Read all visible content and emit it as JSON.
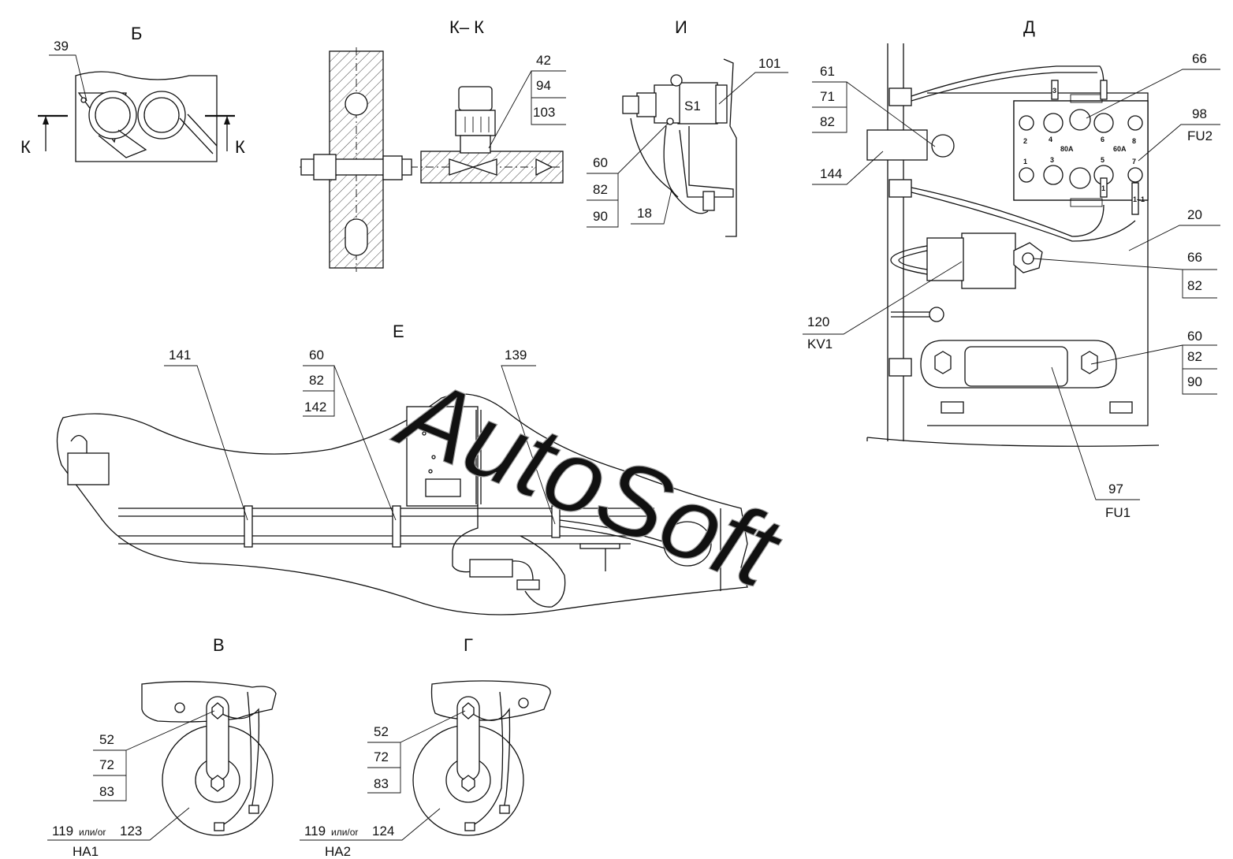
{
  "views": {
    "b": "Б",
    "kk": "К– К",
    "i": "И",
    "d": "Д",
    "e": "Е",
    "v": "В",
    "g": "Г"
  },
  "section_marks": {
    "k_left": "К",
    "k_right": "К"
  },
  "watermark": "AutoSoft",
  "callouts": {
    "b_39": "39",
    "kk_42": "42",
    "kk_94": "94",
    "kk_103": "103",
    "i_101": "101",
    "i_60": "60",
    "i_82": "82",
    "i_90": "90",
    "i_18": "18",
    "s1": "S1",
    "d_61": "61",
    "d_71": "71",
    "d_82": "82",
    "d_66_top": "66",
    "d_98": "98",
    "d_fu2": "FU2",
    "d_144": "144",
    "d_20": "20",
    "d_66": "66",
    "d_82b": "82",
    "d_120": "120",
    "d_kv1": "KV1",
    "d_60": "60",
    "d_82c": "82",
    "d_90": "90",
    "d_97": "97",
    "d_fu1": "FU1",
    "e_141": "141",
    "e_60": "60",
    "e_82": "82",
    "e_142": "142",
    "e_139": "139",
    "v_52": "52",
    "v_72": "72",
    "v_83": "83",
    "v_119": "119",
    "v_or": "или/or",
    "v_123": "123",
    "v_ha1": "НА1",
    "g_52": "52",
    "g_72": "72",
    "g_83": "83",
    "g_119": "119",
    "g_or": "или/or",
    "g_124": "124",
    "g_ha2": "НА2"
  },
  "fuse_block": {
    "t1": "1",
    "t2": "2",
    "t3": "3",
    "t4": "4",
    "t5": "5",
    "t6": "6",
    "t7": "7",
    "t8": "8",
    "r80": "80А",
    "r60": "60А",
    "w_top1": "3",
    "w_bot1": "1",
    "w_bot2": "1–1"
  }
}
